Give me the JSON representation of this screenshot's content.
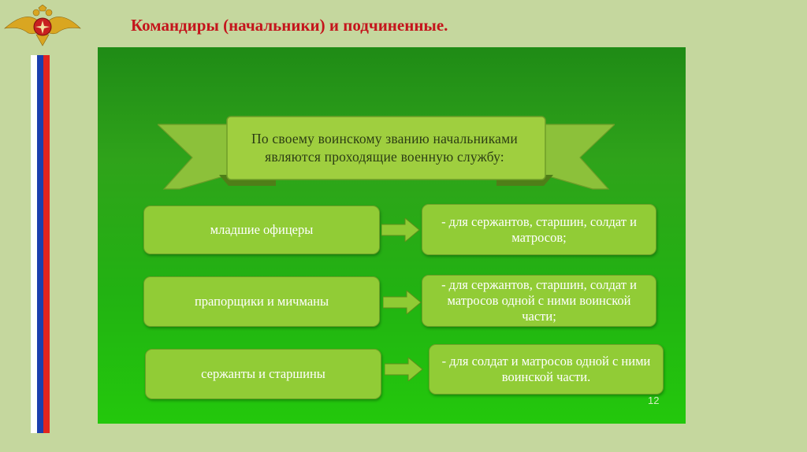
{
  "slide": {
    "title": "Командиры (начальники) и подчиненные.",
    "banner_text": "По своему воинскому званию начальниками являются проходящие военную службу:",
    "rows": [
      {
        "left": "младшие офицеры",
        "right": "- для сержантов, старшин, солдат и матросов;"
      },
      {
        "left": "прапорщики  и мичманы",
        "right": "- для сержантов, старшин, солдат и матросов одной с ними воинской части;"
      },
      {
        "left": "сержанты и старшины",
        "right": "- для солдат и матросов одной с ними воинской части."
      }
    ],
    "page_number": "12"
  },
  "icons": {
    "emblem": "double-headed-eagle-emblem-icon",
    "arrow": "right-arrow-icon"
  },
  "colors": {
    "background": "#c5d79e",
    "title": "#c4151c",
    "panel_top": "#1f8b16",
    "panel_bottom": "#23c80c",
    "box_fill": "#91cc36",
    "ribbon_fill": "#9fcf3f",
    "flag": [
      "#ffffff",
      "#1b3fae",
      "#e2241f"
    ]
  }
}
